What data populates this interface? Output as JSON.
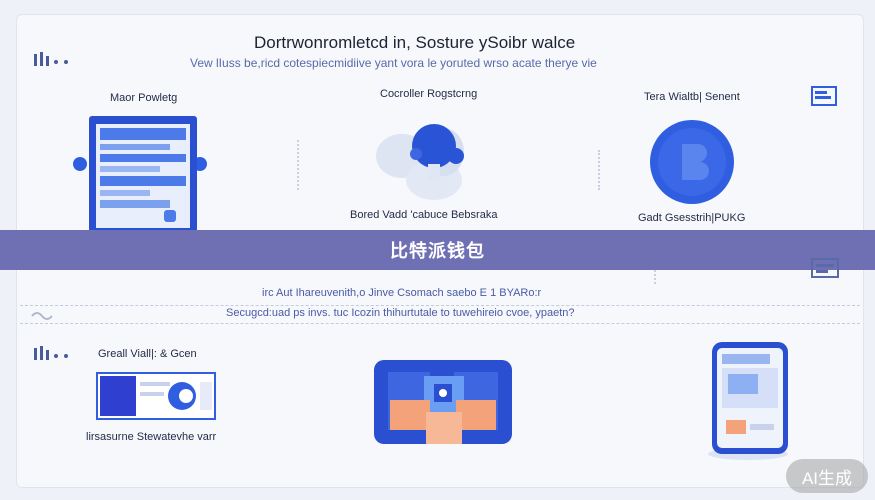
{
  "header": {
    "title": "Dortrwonromletcd in, Sosture ySoibr walce",
    "subtitle": "Vew lIuss be,ricd cotespiecmidiive yant vora le yoruted wrso acate therye vie"
  },
  "top_section": {
    "left_label": "Maor Powletg",
    "center_label": "Cocroller Rogstcrng",
    "right_label": "Tera Wialtb| Senent",
    "center_caption": "Bored Vadd 'cabuce Bebsraka",
    "right_caption": "Gadt Gsesstrih|PUKG"
  },
  "banner": {
    "text": "比特派钱包"
  },
  "bottom_section": {
    "line1": "irc Aut Ihareuvenith,o Jinve Csomach saebo E 1 BYARo:r",
    "line2": "Secugcd:uad ps invs. tuc Icozin thihurtutale to tuwehireio cvoe, ypaetn?",
    "left_label": "Greall Viall|: & Gcen",
    "left_caption": "lirsasurne Stewatevhe varr"
  },
  "badge": {
    "text": "AI生成"
  },
  "colors": {
    "primary_blue": "#2f5fe0",
    "banner": "#6f6fb3",
    "background": "#eef2f8"
  }
}
